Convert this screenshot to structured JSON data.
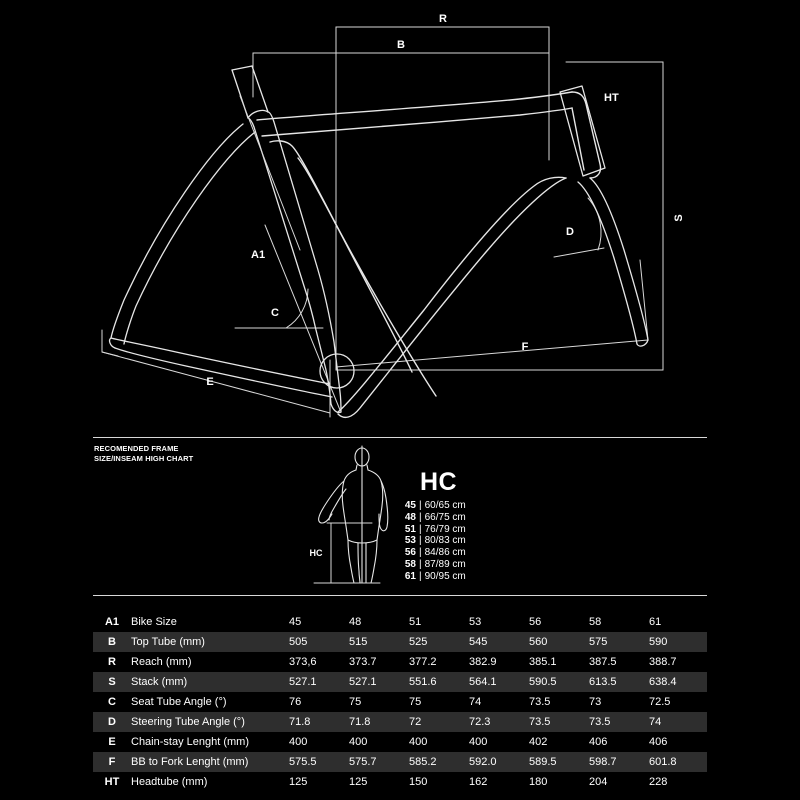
{
  "diagram": {
    "labels": {
      "R": "R",
      "B": "B",
      "HT": "HT",
      "S": "S",
      "A1": "A1",
      "C": "C",
      "D": "D",
      "E": "E",
      "F": "F"
    }
  },
  "recommendation": {
    "heading_line1": "RECOMENDED FRAME",
    "heading_line2": "SIZE/INSEAM HIGH CHART",
    "hc_title": "HC",
    "hc_axis_label": "HC",
    "separator": "|",
    "rows": [
      {
        "size": "45",
        "range": "60/65 cm"
      },
      {
        "size": "48",
        "range": "66/75 cm"
      },
      {
        "size": "51",
        "range": "76/79 cm"
      },
      {
        "size": "53",
        "range": "80/83 cm"
      },
      {
        "size": "56",
        "range": "84/86 cm"
      },
      {
        "size": "58",
        "range": "87/89 cm"
      },
      {
        "size": "61",
        "range": "90/95 cm"
      }
    ]
  },
  "spec_table": {
    "rows": [
      {
        "code": "A1",
        "label": "Bike Size",
        "values": [
          "45",
          "48",
          "51",
          "53",
          "56",
          "58",
          "61"
        ]
      },
      {
        "code": "B",
        "label": "Top Tube (mm)",
        "values": [
          "505",
          "515",
          "525",
          "545",
          "560",
          "575",
          "590"
        ]
      },
      {
        "code": "R",
        "label": "Reach (mm)",
        "values": [
          "373,6",
          "373.7",
          "377.2",
          "382.9",
          "385.1",
          "387.5",
          "388.7"
        ]
      },
      {
        "code": "S",
        "label": "Stack (mm)",
        "values": [
          "527.1",
          "527.1",
          "551.6",
          "564.1",
          "590.5",
          "613.5",
          "638.4"
        ]
      },
      {
        "code": "C",
        "label": "Seat Tube Angle (°)",
        "values": [
          "76",
          "75",
          "75",
          "74",
          "73.5",
          "73",
          "72.5"
        ]
      },
      {
        "code": "D",
        "label": "Steering Tube Angle (°)",
        "values": [
          "71.8",
          "71.8",
          "72",
          "72.3",
          "73.5",
          "73.5",
          "74"
        ]
      },
      {
        "code": "E",
        "label": "Chain-stay Lenght (mm)",
        "values": [
          "400",
          "400",
          "400",
          "400",
          "402",
          "406",
          "406"
        ]
      },
      {
        "code": "F",
        "label": "BB to Fork Lenght (mm)",
        "values": [
          "575.5",
          "575.7",
          "585.2",
          "592.0",
          "589.5",
          "598.7",
          "601.8"
        ]
      },
      {
        "code": "HT",
        "label": "Headtube (mm)",
        "values": [
          "125",
          "125",
          "150",
          "162",
          "180",
          "204",
          "228"
        ]
      }
    ]
  },
  "chart_data": {
    "type": "table",
    "title": "Bicycle Frame Geometry Chart",
    "categories": [
      "45",
      "48",
      "51",
      "53",
      "56",
      "58",
      "61"
    ],
    "xlabel": "Bike Size",
    "series": [
      {
        "name": "Top Tube (mm)",
        "code": "B",
        "values": [
          505,
          515,
          525,
          545,
          560,
          575,
          590
        ]
      },
      {
        "name": "Reach (mm)",
        "code": "R",
        "values": [
          373.6,
          373.7,
          377.2,
          382.9,
          385.1,
          387.5,
          388.7
        ]
      },
      {
        "name": "Stack (mm)",
        "code": "S",
        "values": [
          527.1,
          527.1,
          551.6,
          564.1,
          590.5,
          613.5,
          638.4
        ]
      },
      {
        "name": "Seat Tube Angle (°)",
        "code": "C",
        "values": [
          76,
          75,
          75,
          74,
          73.5,
          73,
          72.5
        ]
      },
      {
        "name": "Steering Tube Angle (°)",
        "code": "D",
        "values": [
          71.8,
          71.8,
          72,
          72.3,
          73.5,
          73.5,
          74
        ]
      },
      {
        "name": "Chain-stay Lenght (mm)",
        "code": "E",
        "values": [
          400,
          400,
          400,
          400,
          402,
          406,
          406
        ]
      },
      {
        "name": "BB to Fork Lenght (mm)",
        "code": "F",
        "values": [
          575.5,
          575.7,
          585.2,
          592.0,
          589.5,
          598.7,
          601.8
        ]
      },
      {
        "name": "Headtube (mm)",
        "code": "HT",
        "values": [
          125,
          125,
          150,
          162,
          180,
          204,
          228
        ]
      }
    ],
    "inseam_chart": {
      "label": "HC",
      "sizes": [
        "45",
        "48",
        "51",
        "53",
        "56",
        "58",
        "61"
      ],
      "inseam_ranges": [
        "60/65 cm",
        "66/75 cm",
        "76/79 cm",
        "80/83 cm",
        "84/86 cm",
        "87/89 cm",
        "90/95 cm"
      ]
    },
    "colors": {
      "background": "#000000",
      "line": "#ffffff",
      "row_alt": "#2e2e2e"
    }
  }
}
